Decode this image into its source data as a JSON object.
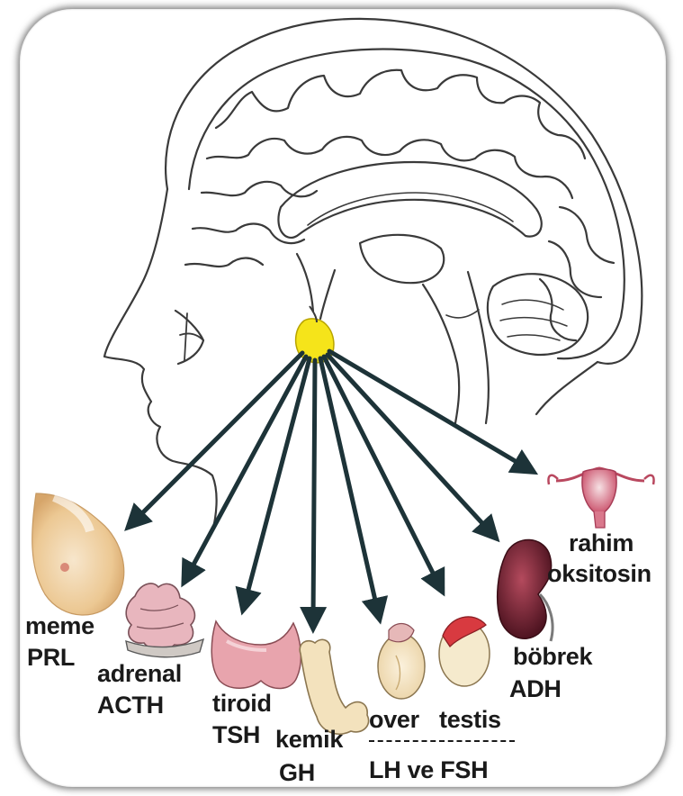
{
  "labels": {
    "meme": "meme",
    "prl": "PRL",
    "adrenal": "adrenal",
    "acth": "ACTH",
    "tiroid": "tiroid",
    "tsh": "TSH",
    "kemik": "kemik",
    "gh": "GH",
    "over": "over",
    "testis": "testis",
    "lh_fsh": "LH ve FSH",
    "bobrek": "böbrek",
    "adh": "ADH",
    "rahim": "rahim",
    "oksitosin": "oksitosin"
  },
  "colors": {
    "arrow": "#1d3338",
    "pituitary": "#f5e41a",
    "outline": "#3a3a3a",
    "text": "#1a1a1a"
  }
}
